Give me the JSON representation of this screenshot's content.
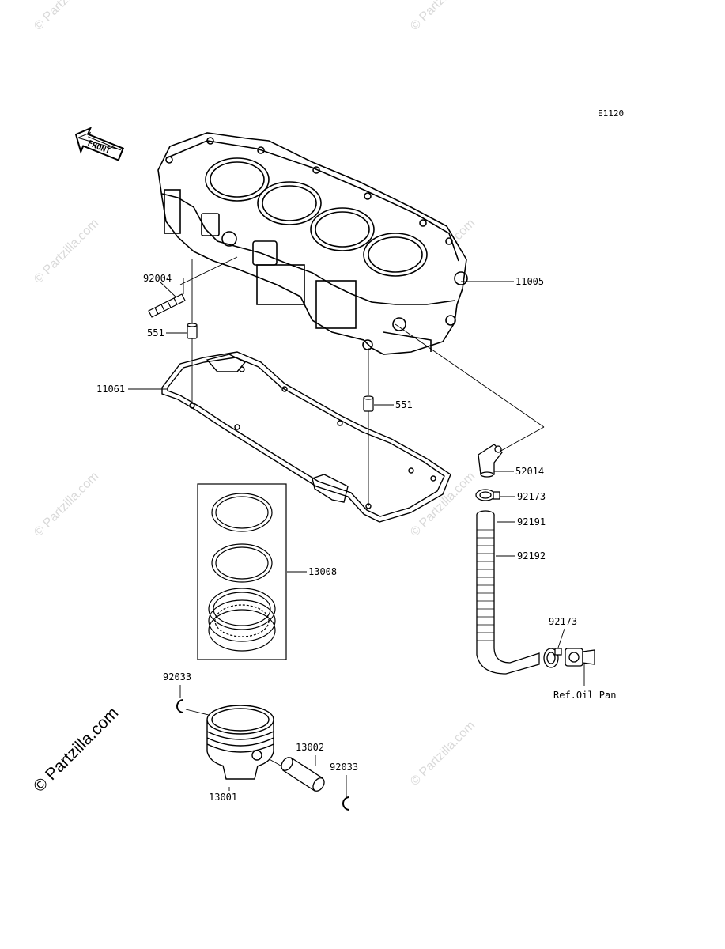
{
  "diagram_code": "E1120",
  "front_label": "FRONT",
  "watermark_text": "© Partzilla.com",
  "reference_note": "Ref.Oil Pan",
  "parts": {
    "cylinder_block": "11005",
    "stud": "92004",
    "dowel_pin_left": "551",
    "dowel_pin_right": "551",
    "cylinder_gasket": "11061",
    "fitting_elbow": "52014",
    "clamp_upper": "92173",
    "hose_end": "92191",
    "oil_hose": "92192",
    "clamp_lower": "92173",
    "piston_ring_set": "13008",
    "circlip_left": "92033",
    "circlip_right": "92033",
    "piston_pin": "13002",
    "piston": "13001"
  }
}
